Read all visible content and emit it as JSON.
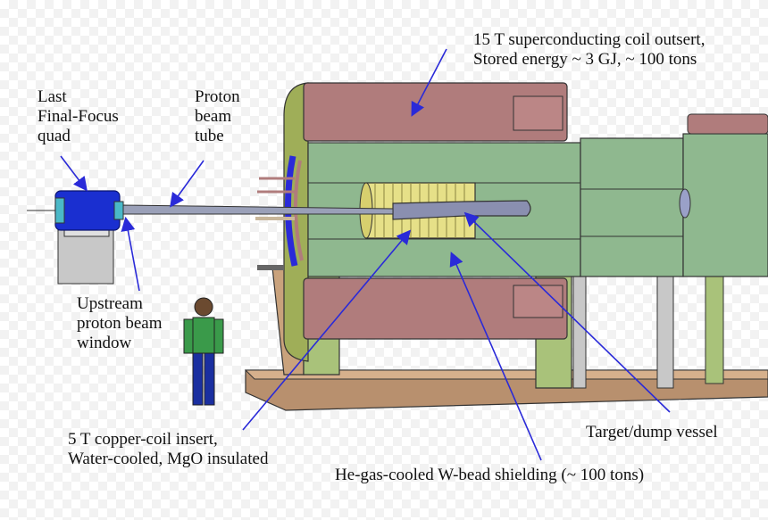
{
  "labels": {
    "outsert_line1": "15 T superconducting coil outsert,",
    "outsert_line2": "Stored energy ~ 3 GJ,  ~ 100 tons",
    "quad_line1": "Last",
    "quad_line2": "Final-Focus",
    "quad_line3": "quad",
    "tube_line1": "Proton",
    "tube_line2": "beam",
    "tube_line3": "tube",
    "window_line1": "Upstream",
    "window_line2": "proton beam",
    "window_line3": "window",
    "insert_line1": "5 T copper-coil insert,",
    "insert_line2": "Water-cooled, MgO insulated",
    "vessel": "Target/dump vessel",
    "shielding": "He-gas-cooled W-bead shielding (~ 100 tons)"
  },
  "colors": {
    "arrow": "#2a2ad8",
    "coil_outsert": "#b07c7c",
    "shielding": "#8fb88f",
    "support": "#c9a27c",
    "quad": "#1a2fd0"
  }
}
